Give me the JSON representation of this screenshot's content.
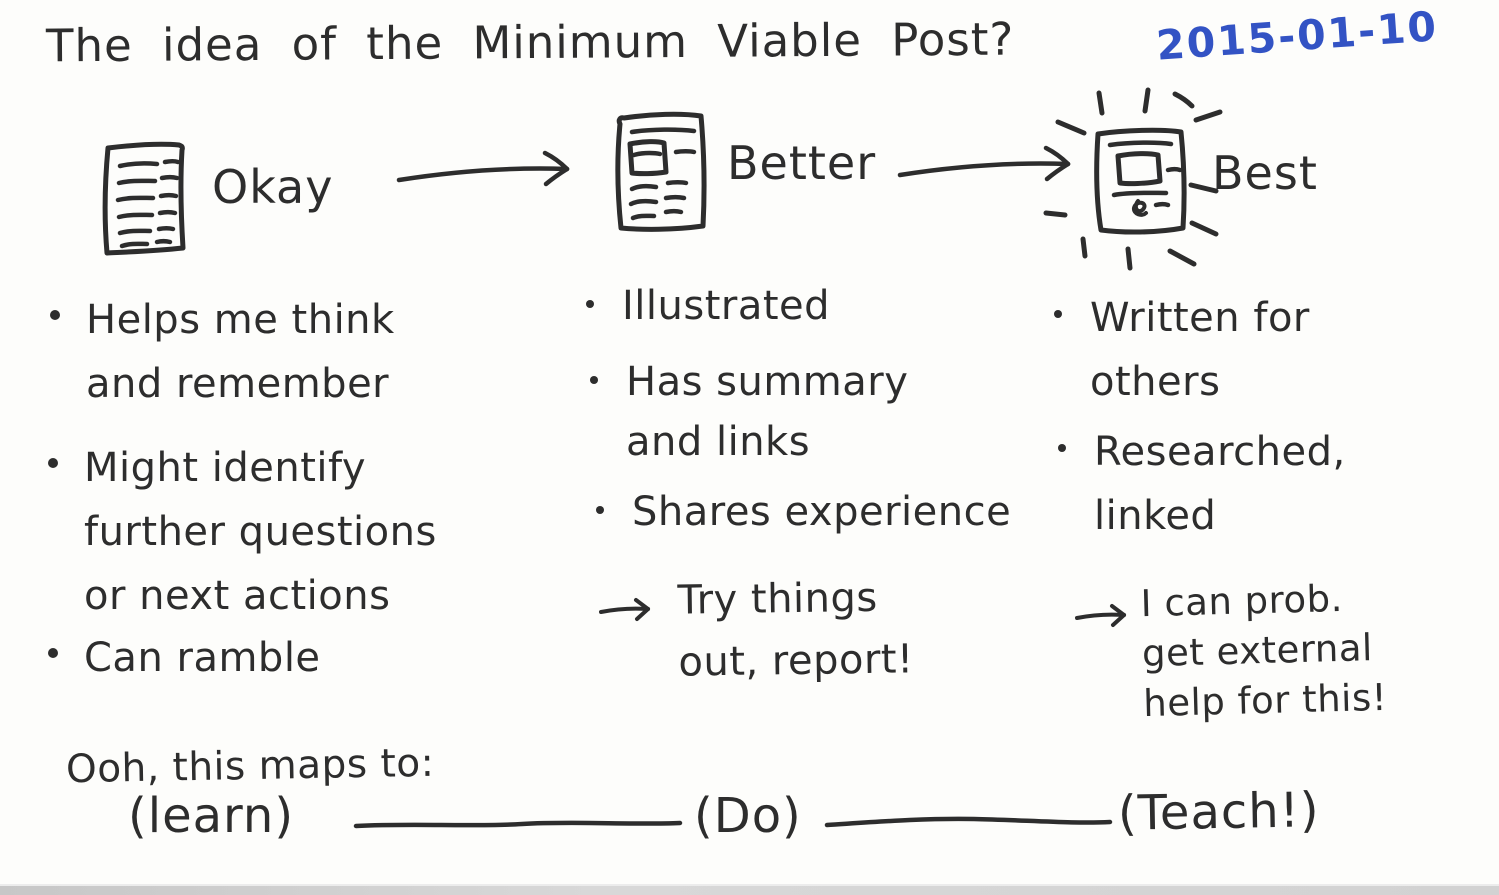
{
  "meta": {
    "title": "The idea of the Minimum Viable Post?",
    "date": "2015-01-10"
  },
  "stages": [
    {
      "label": "Okay",
      "icon": "plain-text-page-icon",
      "bullets": [
        "Helps me think\nand remember",
        "Might identify\nfurther questions\nor next actions",
        "Can ramble"
      ],
      "note": ""
    },
    {
      "label": "Better",
      "icon": "illustrated-page-icon",
      "bullets": [
        "Illustrated",
        "Has summary\nand links",
        "Shares experience"
      ],
      "note": "Try things\nout, report!"
    },
    {
      "label": "Best",
      "icon": "shining-illustrated-page-icon",
      "bullets": [
        "Written for\nothers",
        "Researched,\nlinked"
      ],
      "note": "I can prob.\nget external\nhelp for this!"
    }
  ],
  "mapping": {
    "intro": "Ooh, this maps to:",
    "learn": "(learn)",
    "do": "(Do)",
    "teach": "(Teach!)"
  },
  "colors": {
    "ink": "#2d2d2d",
    "date_blue": "#3353c4",
    "card": "#fdfdfb",
    "bottom_edge": "#cccccc"
  }
}
